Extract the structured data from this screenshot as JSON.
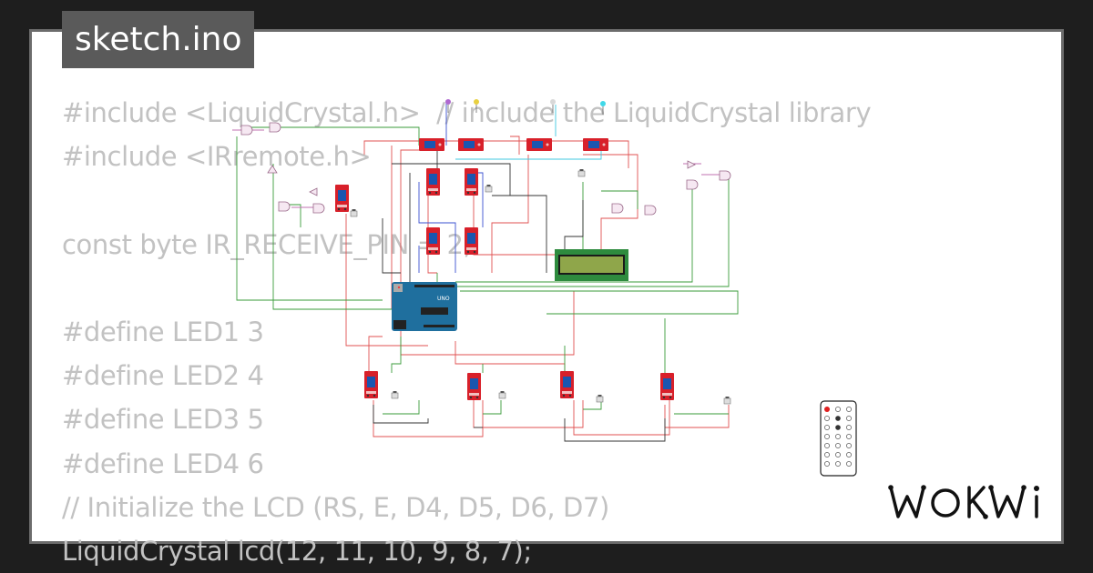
{
  "tab": {
    "filename": "sketch.ino"
  },
  "code_lines": [
    "#include <LiquidCrystal.h>  // include the LiquidCrystal library",
    "#include <IRremote.h>",
    "",
    "const byte IR_RECEIVE_PIN = 2;",
    "",
    "#define LED1 3",
    "#define LED2 4",
    "#define LED3 5",
    "#define LED4 6",
    "// Initialize the LCD (RS, E, D4, D5, D6, D7)",
    "LiquidCrystal lcd(12, 11, 10, 9, 8, 7);"
  ],
  "branding": {
    "logo": "WOKWI"
  },
  "colors": {
    "background": "#1e1e1e",
    "card": "#ffffff",
    "tab": "#5a5a5a",
    "code_text": "#c2c2c2",
    "relay_red": "#d8202a",
    "relay_blue": "#1a56b0",
    "arduino": "#1f6f9e",
    "lcd_green": "#2e8b3e",
    "lcd_screen": "#8fa64a",
    "wire_red": "#e05050",
    "wire_green": "#3a9b3a",
    "wire_black": "#333333",
    "wire_blue": "#3a50d0",
    "wire_cyan": "#40c8e0"
  },
  "icons": [
    "ir-remote-icon",
    "led-icon",
    "relay-module-icon",
    "arduino-uno-icon",
    "lcd-display-icon",
    "and-gate-icon",
    "pushbutton-icon"
  ]
}
